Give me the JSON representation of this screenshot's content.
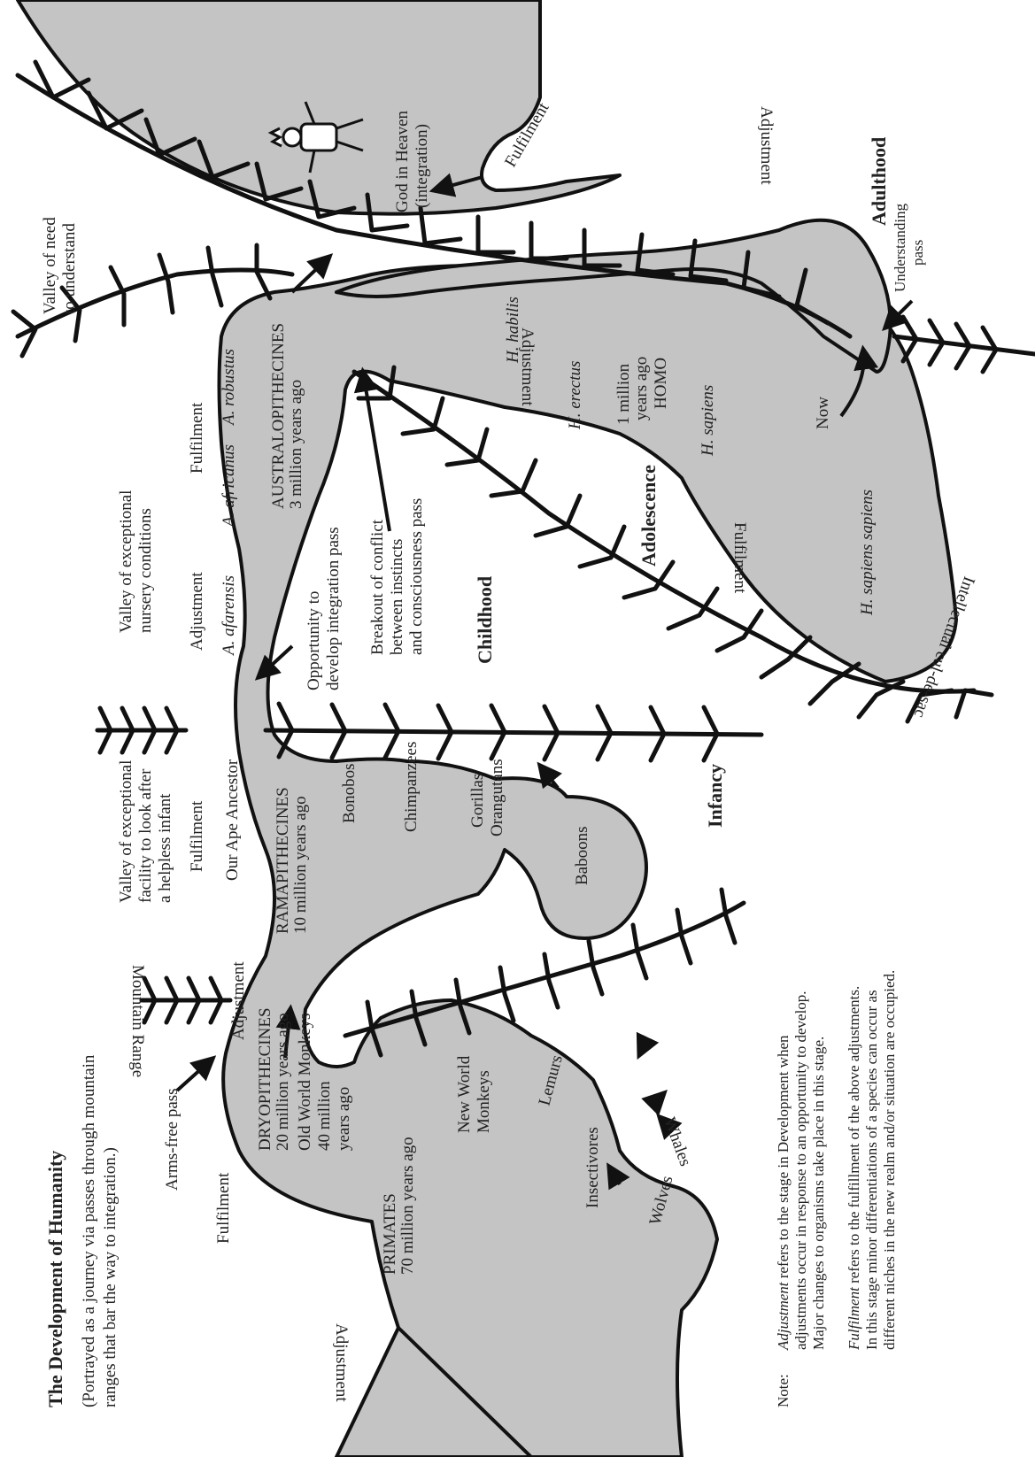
{
  "title": "The Development of Humanity",
  "subtitle_line1": "(Portrayed as a journey via passes through mountain",
  "subtitle_line2": "ranges that bar the way to integration.)",
  "stages": {
    "infancy": "Infancy",
    "childhood": "Childhood",
    "adolescence": "Adolescence",
    "adulthood": "Adulthood"
  },
  "passes": {
    "arms_free": "Arms-free pass",
    "mountain_range": "Mountain Range",
    "opportunity_l1": "Opportunity to",
    "opportunity_l2": "develop integration pass",
    "breakout_l1": "Breakout of conflict",
    "breakout_l2": "between instincts",
    "breakout_l3": "and consciousness pass",
    "understanding_l1": "Understanding",
    "understanding_l2": "pass"
  },
  "valleys": {
    "helpless_l1": "Valley of exceptional",
    "helpless_l2": "facility to look after",
    "helpless_l3": "a helpless infant",
    "nursery_l1": "Valley of exceptional",
    "nursery_l2": "nursery conditions",
    "need_l1": "Valley of need",
    "need_l2": "to understand"
  },
  "phases": {
    "adjustment": "Adjustment",
    "fulfilment": "Fulfilment"
  },
  "taxa": {
    "primates": "PRIMATES",
    "primates_age": "70 million years ago",
    "dryopithecines": "DRYOPITHECINES",
    "dryo_age": "20 million years ago",
    "old_world_l1": "Old World Monkeys",
    "old_world_l2": "40 million",
    "old_world_l3": "years ago",
    "new_world_l1": "New World",
    "new_world_l2": "Monkeys",
    "lemurs": "Lemurs",
    "insectivores": "Insectivores",
    "wolves": "Wolves",
    "whales": "Whales",
    "ramapithecines": "RAMAPITHECINES",
    "rama_age": "10 million years ago",
    "bonobos": "Bonobos",
    "chimpanzees": "Chimpanzees",
    "gorillas": "Gorillas",
    "orangutans": "Orangutans",
    "baboons": "Baboons",
    "ape_ancestor": "Our Ape Ancestor",
    "afarensis": "A. afarensis",
    "africanus": "A. africanus",
    "robustus": "A. robustus",
    "australopithecines": "AUSTRALOPITHECINES",
    "austral_age": "3 million years ago",
    "habilis": "H. habilis",
    "erectus": "H. erectus",
    "homo_age_l1": "1 million",
    "homo_age_l2": "years ago",
    "homo": "HOMO",
    "sapiens": "H. sapiens",
    "sapiens_sapiens": "H. sapiens sapiens",
    "cul_de_sac": "Intellectual cul-de-sac",
    "now": "Now",
    "god_l1": "God in Heaven",
    "god_l2": "(integration)"
  },
  "note": {
    "label": "Note:",
    "adj_term": "Adjustment",
    "adj_l1": " refers to the stage in Development when",
    "adj_l2": "adjustments occur in response to an opportunity to develop.",
    "adj_l3": "Major changes to organisms take place in this stage.",
    "ful_term": "Fulfilment",
    "ful_l1": " refers to the fulfillment of the above adjustments.",
    "ful_l2": "In this stage minor differentiations of a species can occur as",
    "ful_l3": "different niches in the new realm and/or situation are occupied."
  },
  "colors": {
    "region_fill": "#c4c4c4",
    "outline": "#111111",
    "text": "#222222"
  }
}
